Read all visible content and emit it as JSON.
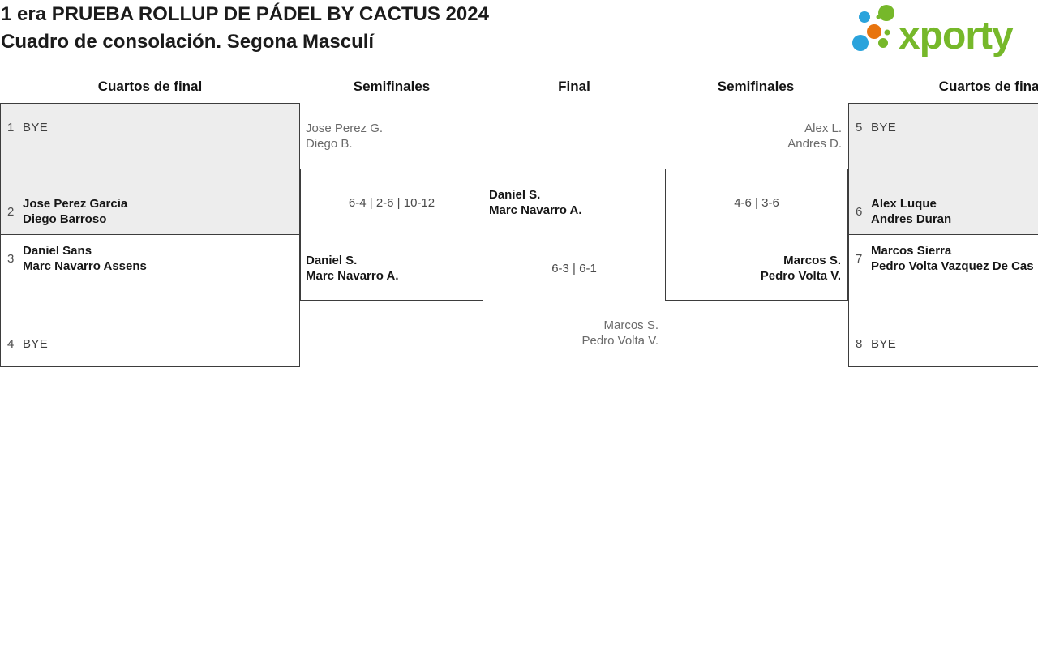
{
  "header": {
    "title_line1": "1 era PRUEBA ROLLUP DE PÁDEL BY CACTUS 2024",
    "title_line2": "Cuadro de consolación. Segona Masculí"
  },
  "logo": {
    "text": "xporty",
    "green": "#76b82a",
    "blue": "#2aa3dc",
    "orange": "#e8740e"
  },
  "round_headers": {
    "r1": "Cuartos de final",
    "r2": "Semifinales",
    "r3": "Final",
    "r4": "Semifinales",
    "r5": "Cuartos de final"
  },
  "quarterfinals_left": {
    "match_top": {
      "slot1": {
        "seed": "1",
        "line1": "BYE"
      },
      "slot2": {
        "seed": "2",
        "line1": "Jose Perez Garcia",
        "line2": "Diego Barroso"
      }
    },
    "match_bottom": {
      "slot1": {
        "seed": "3",
        "line1": "Daniel Sans",
        "line2": "Marc Navarro Assens"
      },
      "slot2": {
        "seed": "4",
        "line1": "BYE"
      }
    }
  },
  "semifinal_left": {
    "team_top": {
      "line1": "Jose Perez G.",
      "line2": "Diego B."
    },
    "score": "6-4 | 2-6 | 10-12",
    "winner": {
      "line1": "Daniel S.",
      "line2": "Marc Navarro A."
    }
  },
  "final": {
    "team_top": {
      "line1": "Daniel S.",
      "line2": "Marc Navarro A."
    },
    "score": "6-3 | 6-1",
    "team_bottom": {
      "line1": "Marcos S.",
      "line2": "Pedro Volta V."
    }
  },
  "semifinal_right": {
    "team_top": {
      "line1": "Alex L.",
      "line2": "Andres D."
    },
    "score": "4-6 | 3-6",
    "winner": {
      "line1": "Marcos S.",
      "line2": "Pedro Volta V."
    }
  },
  "quarterfinals_right": {
    "match_top": {
      "slot1": {
        "seed": "5",
        "line1": "BYE"
      },
      "slot2": {
        "seed": "6",
        "line1": "Alex Luque",
        "line2": "Andres Duran"
      }
    },
    "match_bottom": {
      "slot1": {
        "seed": "7",
        "line1": "Marcos Sierra",
        "line2": "Pedro Volta Vazquez De Cas"
      },
      "slot2": {
        "seed": "8",
        "line1": "BYE"
      }
    }
  }
}
